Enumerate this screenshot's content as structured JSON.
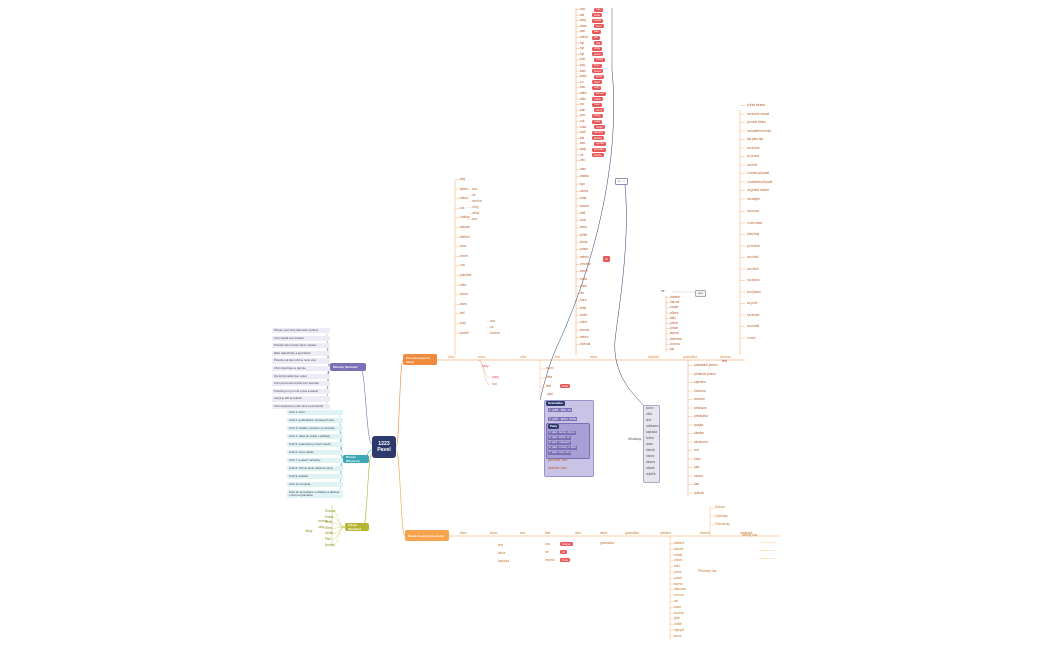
{
  "root": {
    "line1": "1223",
    "line2": "Pavel"
  },
  "main_topics": {
    "orange_top": "Prvo čtení (první čtení)",
    "orange_bottom": "Druhé čtení (druhé čtení)",
    "purple": "Důvody (Gründe)",
    "teal": "Proces (Prozess)",
    "olive": "Zdroje (Quellen)"
  },
  "colors": {
    "orange": "#f08a3c",
    "orange_light": "#f7c08f",
    "purple": "#7b6fb5",
    "teal": "#3fa7b5",
    "olive": "#b6b532",
    "red": "#e8585a",
    "navy": "#2c3a6b"
  },
  "labels": {
    "top_column": [
      "ano",
      "ale",
      "ahoj",
      "dnes",
      "den",
      "dobrý",
      "byt",
      "byl",
      "být",
      "kde",
      "kdy",
      "kam",
      "když",
      "co",
      "čas",
      "další",
      "dům",
      "nic",
      "pán",
      "pes",
      "rok",
      "ruka",
      "svět",
      "tak",
      "tam",
      "tady",
      "už",
      "věc"
    ],
    "top_column_right": [
      "zde",
      "kolik",
      "místo",
      "sem",
      "tam",
      "jak",
      "teď",
      "vždy",
      "proto",
      "často",
      "brzy",
      "hned",
      "jinak",
      "zpět",
      "celý",
      "konec",
      "málo",
      "moc",
      "nový",
      "starý",
      "malý",
      "velký",
      "dlouhý",
      "krátký",
      "rychle",
      "pomalu",
      "dobře",
      "špatně"
    ],
    "mid_column": [
      "otec",
      "matka",
      "syn",
      "dcera",
      "bratr",
      "sestra",
      "dítě",
      "muž",
      "žena",
      "přítel",
      "škola",
      "práce",
      "město",
      "vesnice",
      "země",
      "voda",
      "oheň",
      "les",
      "hora",
      "řeka",
      "moře",
      "nebe",
      "slunce",
      "měsíc",
      "hvězda",
      "den"
    ],
    "left_cluster": [
      "dny",
      "týden",
      "měsíc",
      "rok",
      "hodina",
      "minuta",
      "vteřina",
      "ráno",
      "večer",
      "noc",
      "poledne",
      "zítra",
      "včera",
      "dnes",
      "teď",
      "brzy",
      "pozdě"
    ],
    "right_top": [
      "a třetí strana",
      "na druhé straně",
      "po celé délce",
      "na každém kroku",
      "tak jako tak",
      "na druhé",
      "po pravé",
      "na levé",
      "v tomto případě",
      "v každém případě",
      "na jedné straně",
      "na stejné"
    ],
    "right_mid": [
      "na konci",
      "v tom čase",
      "před lety",
      "po letech",
      "na chvíli",
      "za chvíli",
      "na dobro",
      "pro jistotu",
      "za prvé",
      "za druhé",
      "na místě",
      "v noci"
    ],
    "right_col": [
      "vlastně",
      "hlavně",
      "zvlášť",
      "vůbec",
      "totiž",
      "přece",
      "právě",
      "teprve",
      "dokonce",
      "zrovna",
      "asi",
      "snad",
      "možná",
      "jistě",
      "určitě",
      "nejspíš",
      "skoro",
      "téměř",
      "hodně"
    ],
    "bottom_col": [
      "podstatné jméno",
      "přídavné jméno",
      "zájmeno",
      "číslovka",
      "sloveso",
      "příslovce",
      "předložka",
      "spojka",
      "částice",
      "citoslovce",
      "rod",
      "číslo",
      "pád",
      "osoba",
      "čas",
      "způsob"
    ],
    "bottom_right": [
      "Přítomný čas",
      "Minulý čas",
      "Budoucí čas",
      "Rozkazovací způsob"
    ],
    "purple_notes": [
      "Důvod, proč chci psát tento výzkum",
      "Chci zlepšit své znalosti",
      "Protože čtení rozvíjí slovní zásobu",
      "Mám ráda Prahu a její historii",
      "Protože mě baví učit se nové věci",
      "Chci mluvit lépe a plynule",
      "Čtu knihy každý den večer",
      "Chci porozumět textům bez slovníku",
      "Protože je to pro mě výzva a radost",
      "Jazyk je klíč ke kultuře",
      "Chci cestovat po celé zemi a poznat lidi"
    ],
    "teal_notes": [
      "Krok 1: čtení",
      "Krok 2: podtrhávání neznámých slov",
      "Krok 3: hledání významu ve slovníku",
      "Krok 4: zápis do sešitu s příklady",
      "Krok 5: opakování po třech dnech",
      "Krok 6: čtení nahlas",
      "Krok 7: poslech nahrávky",
      "Krok 8: shrnutí textu vlastními slovy",
      "Krok 9: překlad",
      "Krok 10: kontrola",
      "Krok 11: konzultace s učitelem a diskuse o textu a gramatice"
    ],
    "olive_items": [
      "Slovník",
      "Kniha",
      "Sešit",
      "Web",
      "Učitel",
      "Film",
      "Noviny"
    ],
    "panel_title_1": "Gramatika",
    "panel_title_2": "Pády",
    "panel_rows_1": [
      "1. pád - kdo, co",
      "2. pád - koho, čeho"
    ],
    "panel_rows_2": [
      "3. pád - komu, čemu",
      "4. pád - koho, co",
      "5. pád - oslovení",
      "6. pád - o kom, o čem",
      "7. pád - kým, čím"
    ],
    "panel_extra": [
      "jednotné číslo",
      "množné číslo"
    ],
    "gray_box_items": [
      "slovo",
      "věta",
      "text",
      "odstavec",
      "kapitola",
      "kniha",
      "autor",
      "čtenář",
      "název",
      "strana",
      "obsah",
      "rejstřík"
    ],
    "gray_box_head": "Struktura",
    "small_pill": "● ○ ○",
    "red_marker": "cíl",
    "branch_words": [
      "čtení",
      "slovo",
      "věta",
      "text",
      "lekce",
      "kapitola",
      "gramatika",
      "slovesa",
      "časy",
      "pády",
      "rod",
      "číslo",
      "úkol",
      "test",
      "hotovo"
    ],
    "bottom_branch": [
      "čtení",
      "slovo",
      "text",
      "test",
      "úkol",
      "lekce",
      "gramatika",
      "přehled",
      "shrnutí",
      "výsledek"
    ],
    "bottom_far": [
      "Hotovo",
      "Výsledky",
      "Poznámky"
    ],
    "misc_mid": [
      "ano",
      "ne",
      "možná",
      "vždy",
      "nikdy"
    ]
  }
}
